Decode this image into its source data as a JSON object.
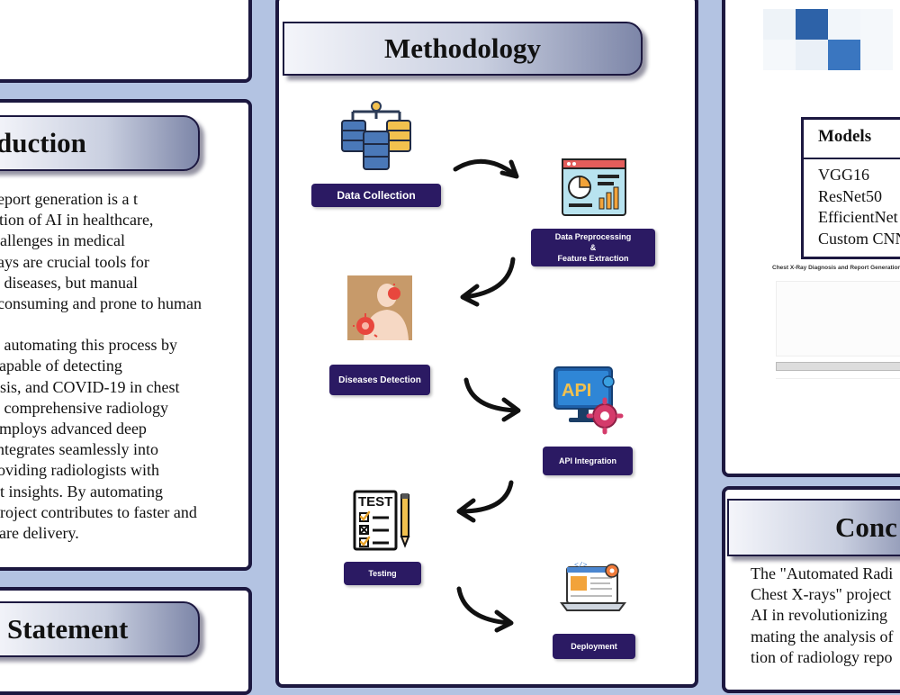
{
  "introduction": {
    "heading": "duction",
    "lines": [
      " report generation is a t",
      "ation of AI in healthcare,",
      "hallenges in medical",
      "rays are crucial tools for",
      "y diseases, but manual",
      "-consuming and prone to human",
      "",
      "n automating this process by",
      "capable of detecting",
      "osis, and COVID-19 in chest",
      "g comprehensive radiology",
      "employs advanced deep",
      "integrates seamlessly into",
      "roviding radiologists with",
      "nt insights. By automating",
      "project contributes to faster and",
      "care delivery."
    ]
  },
  "problem": {
    "heading": "Statement"
  },
  "methodology": {
    "heading": "Methodology",
    "steps": {
      "data_collection": "Data Collection",
      "preprocessing_1": "Data Preprocessing",
      "preprocessing_2": "&",
      "preprocessing_3": "Feature Extraction",
      "diseases_detection": "Diseases Detection",
      "api_integration": "API Integration",
      "testing": "Testing",
      "deployment": "Deployment"
    },
    "icon_labels": {
      "api": "API",
      "test": "TEST"
    }
  },
  "results": {
    "models": {
      "header": "Models",
      "items": [
        "VGG16",
        "ResNet50",
        "EfficientNet",
        "Custom CNN"
      ]
    },
    "app_title": "Chest X-Ray Diagnosis and Report Generation"
  },
  "conclusion": {
    "heading": "Conc",
    "lines": [
      "The \"Automated Radi",
      "Chest X-rays\" project",
      "AI in revolutionizing",
      "mating the analysis of",
      "tion of radiology repo"
    ]
  },
  "colors": {
    "background": "#b3c3e2",
    "panel_border": "#1c1840",
    "step_badge": "#2b1a63"
  }
}
